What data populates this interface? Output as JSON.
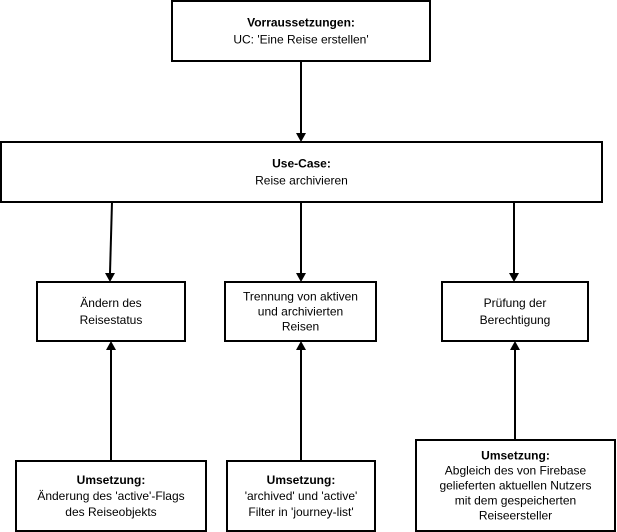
{
  "nodes": {
    "preconditions": {
      "title": "Vorraussetzungen:",
      "lines": [
        "UC: 'Eine Reise erstellen'"
      ]
    },
    "use_case": {
      "title": "Use-Case:",
      "lines": [
        "Reise archivieren"
      ]
    },
    "status_change": {
      "title": "",
      "lines": [
        "Ändern des",
        "Reisestatus"
      ]
    },
    "separation": {
      "title": "",
      "lines": [
        "Trennung von aktiven",
        "und archivierten",
        "Reisen"
      ]
    },
    "authorization": {
      "title": "",
      "lines": [
        "Prüfung der",
        "Berechtigung"
      ]
    },
    "impl_status": {
      "title": "Umsetzung:",
      "lines": [
        "Änderung des 'active'-Flags",
        "des Reiseobjekts"
      ]
    },
    "impl_filter": {
      "title": "Umsetzung:",
      "lines": [
        "'archived' und 'active'",
        "Filter in 'journey-list'"
      ]
    },
    "impl_auth": {
      "title": "Umsetzung:",
      "lines": [
        "Abgleich des von Firebase",
        "gelieferten aktuellen Nutzers",
        "mit dem gespeicherten",
        "Reiseersteller"
      ]
    }
  },
  "edges": [
    {
      "from": "preconditions",
      "to": "use_case"
    },
    {
      "from": "use_case",
      "to": "status_change"
    },
    {
      "from": "use_case",
      "to": "separation"
    },
    {
      "from": "use_case",
      "to": "authorization"
    },
    {
      "from": "impl_status",
      "to": "status_change"
    },
    {
      "from": "impl_filter",
      "to": "separation"
    },
    {
      "from": "impl_auth",
      "to": "authorization"
    }
  ]
}
